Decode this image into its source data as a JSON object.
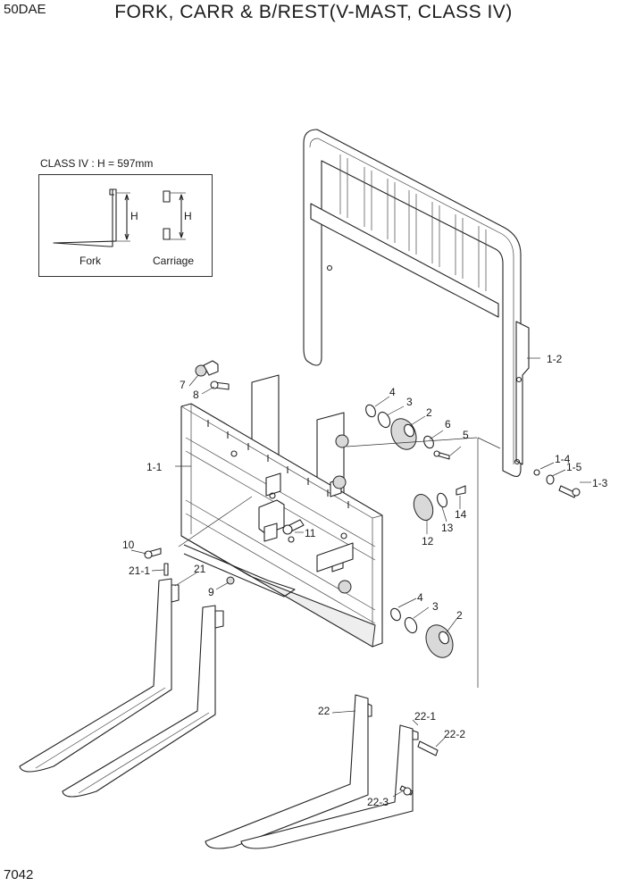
{
  "header": {
    "model_code": "50DAE",
    "title": "FORK, CARR & B/REST(V-MAST, CLASS IV)"
  },
  "inset": {
    "caption": "CLASS IV : H = 597mm",
    "dimension_label": "H",
    "fork_label": "Fork",
    "carriage_label": "Carriage"
  },
  "part_labels": {
    "p1_1": "1-1",
    "p1_2": "1-2",
    "p1_3": "1-3",
    "p1_4": "1-4",
    "p1_5": "1-5",
    "p2a": "2",
    "p2b": "2",
    "p3a": "3",
    "p3b": "3",
    "p4a": "4",
    "p4b": "4",
    "p5": "5",
    "p6": "6",
    "p7": "7",
    "p8": "8",
    "p9": "9",
    "p10": "10",
    "p11": "11",
    "p12": "12",
    "p13": "13",
    "p14": "14",
    "p21": "21",
    "p21_1": "21-1",
    "p22": "22",
    "p22_1": "22-1",
    "p22_2": "22-2",
    "p22_3": "22-3"
  },
  "footer": {
    "page_number": "7042"
  }
}
